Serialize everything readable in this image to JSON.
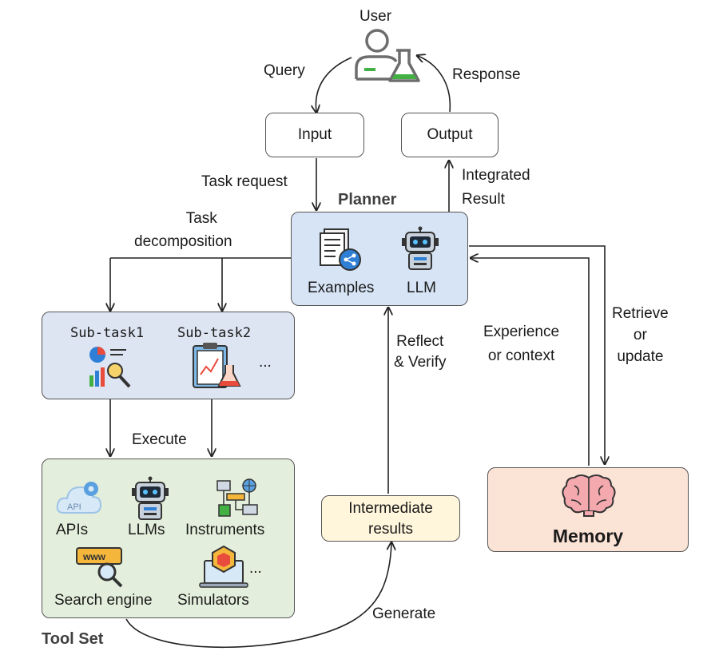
{
  "user": {
    "label": "User"
  },
  "flow": {
    "query": "Query",
    "response": "Response",
    "task_request": "Task request",
    "integrated_result": [
      "Integrated",
      "Result"
    ],
    "task_decomposition": [
      "Task",
      "decomposition"
    ],
    "execute": "Execute",
    "reflect_verify": [
      "Reflect",
      "& Verify"
    ],
    "experience_context": [
      "Experience",
      "or context"
    ],
    "retrieve_update": [
      "Retrieve",
      "or",
      "update"
    ],
    "generate": "Generate"
  },
  "input_box": {
    "label": "Input"
  },
  "output_box": {
    "label": "Output"
  },
  "planner": {
    "title": "Planner",
    "examples": "Examples",
    "llm": "LLM"
  },
  "subtasks": {
    "subtask1": "Sub-task1",
    "subtask2": "Sub-task2",
    "more": "..."
  },
  "toolset": {
    "title": "Tool Set",
    "apis": "APIs",
    "api_badge": "API",
    "llms": "LLMs",
    "instruments": "Instruments",
    "search_engine": "Search engine",
    "www_badge": "www",
    "simulators": "Simulators",
    "more": "..."
  },
  "intermediate": {
    "label": [
      "Intermediate",
      "results"
    ]
  },
  "memory": {
    "label": "Memory"
  },
  "colors": {
    "planner_fill": "#d6e4f5",
    "subtask_fill": "#dde4f2",
    "toolset_fill": "#e3efdc",
    "intermediate_fill": "#fff6dc",
    "memory_fill": "#fbe3d6",
    "user_icon": "#6d6d6d",
    "flask_green": "#43b043"
  }
}
